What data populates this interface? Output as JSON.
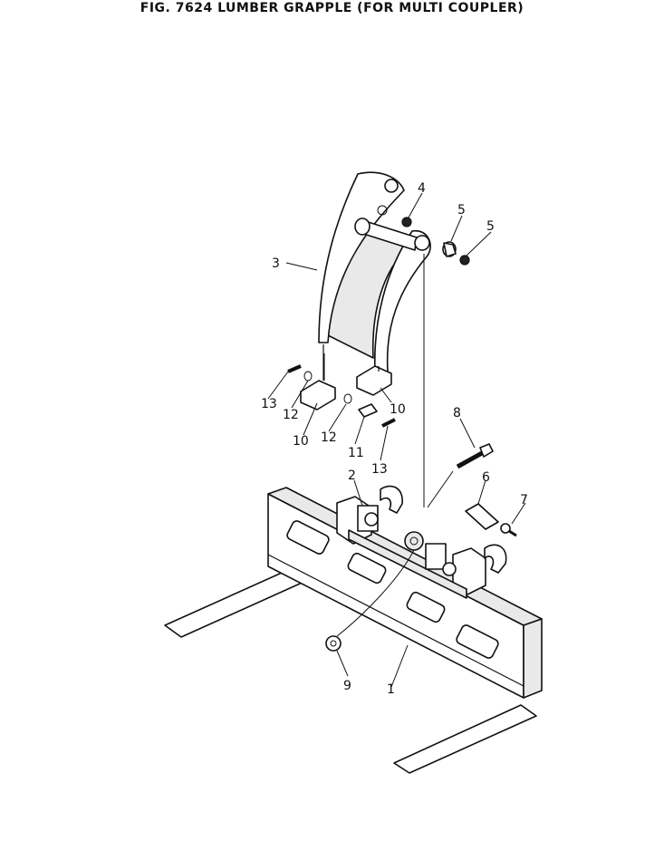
{
  "title": "FIG. 7624  LUMBER GRAPPLE (FOR MULTI COUPLER)",
  "callouts": [
    "1",
    "2",
    "3",
    "4",
    "5",
    "5",
    "6",
    "7",
    "8",
    "9",
    "10",
    "10",
    "11",
    "12",
    "12",
    "13",
    "13"
  ]
}
